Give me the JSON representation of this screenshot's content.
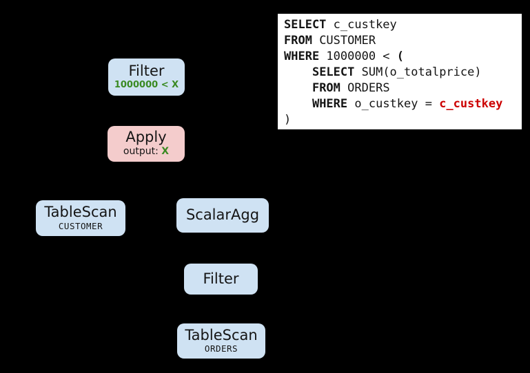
{
  "background": "#000000",
  "colors": {
    "background": "#000000",
    "node_blue": "#cfe2f3",
    "node_pink": "#f4cccc",
    "green": "#3a8a22",
    "red": "#cc0000",
    "panel_bg": "#ffffff"
  },
  "sql_panel": {
    "lines": [
      {
        "segments": [
          {
            "text": "SELECT",
            "style": "kw"
          },
          {
            "text": " c_custkey",
            "style": ""
          }
        ]
      },
      {
        "segments": [
          {
            "text": "FROM",
            "style": "kw"
          },
          {
            "text": " CUSTOMER",
            "style": ""
          }
        ]
      },
      {
        "segments": [
          {
            "text": "WHERE",
            "style": "kw"
          },
          {
            "text": " 1000000 < ",
            "style": ""
          },
          {
            "text": "(",
            "style": "kw"
          }
        ]
      },
      {
        "segments": [
          {
            "text": "    ",
            "style": ""
          },
          {
            "text": "SELECT",
            "style": "kw"
          },
          {
            "text": " SUM(o_totalprice)",
            "style": ""
          }
        ]
      },
      {
        "segments": [
          {
            "text": "    ",
            "style": ""
          },
          {
            "text": "FROM",
            "style": "kw"
          },
          {
            "text": " ORDERS",
            "style": ""
          }
        ]
      },
      {
        "segments": [
          {
            "text": "    ",
            "style": ""
          },
          {
            "text": "WHERE",
            "style": "kw"
          },
          {
            "text": " o_custkey = ",
            "style": ""
          },
          {
            "text": "c_custkey",
            "style": "red"
          }
        ]
      },
      {
        "segments": [
          {
            "text": ")",
            "style": ""
          }
        ]
      }
    ]
  },
  "plan": {
    "nodes": {
      "filter_top": {
        "title": "Filter",
        "subtitle": "1000000 < X"
      },
      "apply": {
        "title": "Apply",
        "subtitle_prefix": "output: ",
        "subtitle_x": "X"
      },
      "tablescan_customer": {
        "title": "TableScan",
        "subtitle": "CUSTOMER"
      },
      "scalaragg": {
        "title": "ScalarAgg"
      },
      "filter_inner": {
        "title": "Filter"
      },
      "tablescan_orders": {
        "title": "TableScan",
        "subtitle": "ORDERS"
      }
    }
  }
}
